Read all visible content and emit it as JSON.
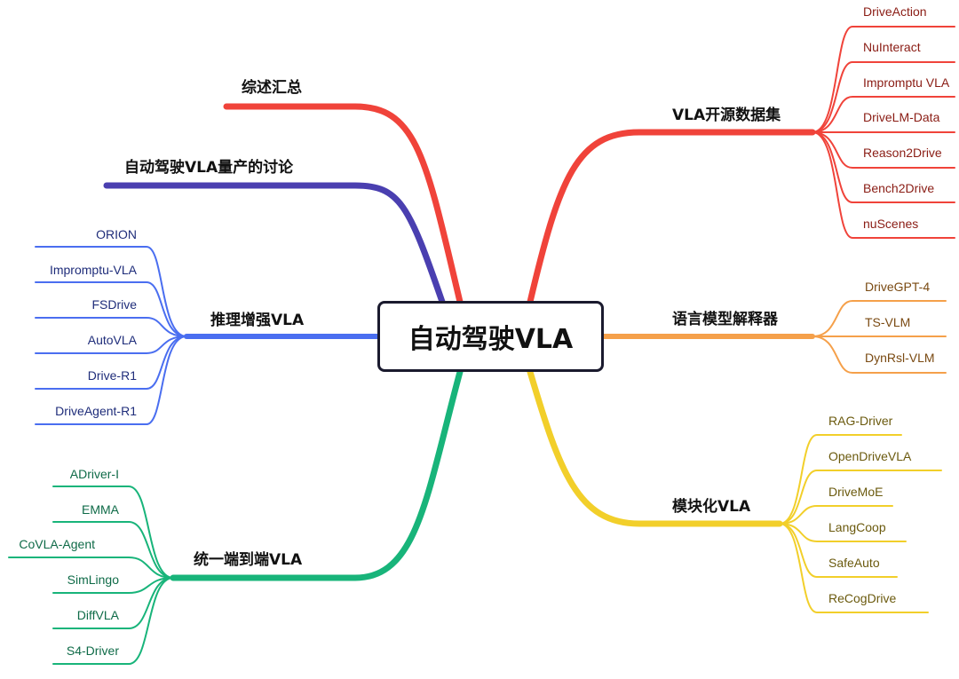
{
  "center": {
    "label": "自动驾驶VLA"
  },
  "branches": [
    {
      "label": "综述汇总",
      "color": "#f0433a",
      "leaves": []
    },
    {
      "label": "自动驾驶VLA量产的讨论",
      "color": "#4a3fb0",
      "leaves": []
    },
    {
      "label": "推理增强VLA",
      "color": "#4a6ef0",
      "leaf_color": "#1f2d7a",
      "leaves": [
        "ORION",
        "Impromptu-VLA",
        "FSDrive",
        "AutoVLA",
        "Drive-R1",
        "DriveAgent-R1"
      ]
    },
    {
      "label": "统一端到端VLA",
      "color": "#18b47a",
      "leaf_color": "#0f6b48",
      "leaves": [
        "ADriver-I",
        "EMMA",
        "CoVLA-Agent",
        "SimLingo",
        "DiffVLA",
        "S4-Driver"
      ]
    },
    {
      "label": "VLA开源数据集",
      "color": "#f0433a",
      "leaf_color": "#8a1c14",
      "leaves": [
        "DriveAction",
        "NuInteract",
        "Impromptu VLA",
        "DriveLM-Data",
        "Reason2Drive",
        "Bench2Drive",
        "nuScenes"
      ]
    },
    {
      "label": "语言模型解释器",
      "color": "#f5a04a",
      "leaf_color": "#7a4a12",
      "leaves": [
        "DriveGPT-4",
        "TS-VLM",
        "DynRsl-VLM"
      ]
    },
    {
      "label": "模块化VLA",
      "color": "#f2cf2a",
      "leaf_color": "#6b5a0e",
      "leaves": [
        "RAG-Driver",
        "OpenDriveVLA",
        "DriveMoE",
        "LangCoop",
        "SafeAuto",
        "ReCogDrive"
      ]
    }
  ]
}
